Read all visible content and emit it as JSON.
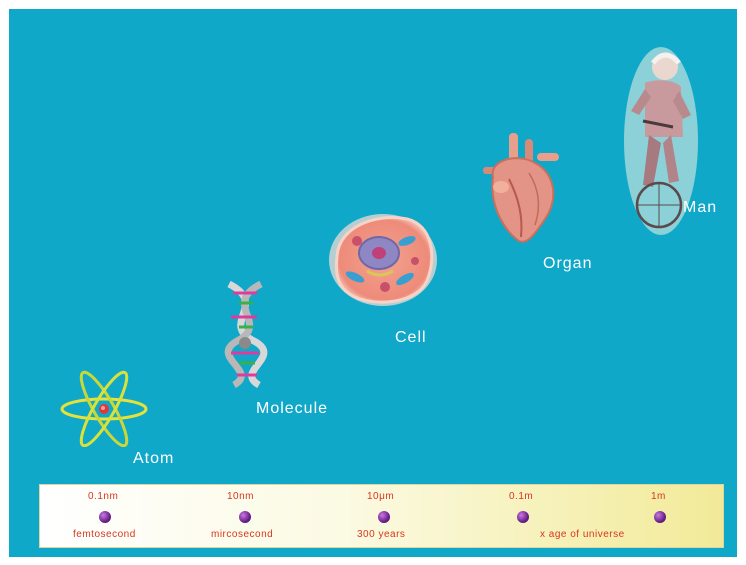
{
  "stages": [
    {
      "label": "Atom",
      "icon": "atom-icon"
    },
    {
      "label": "Molecule",
      "icon": "dna-molecule-icon"
    },
    {
      "label": "Cell",
      "icon": "cell-icon"
    },
    {
      "label": "Organ",
      "icon": "heart-organ-icon"
    },
    {
      "label": "Man",
      "icon": "man-on-bicycle-icon"
    }
  ],
  "scale": {
    "sizes": [
      "0.1nm",
      "10nm",
      "10μm",
      "0.1m",
      "1m"
    ],
    "times": [
      "femtosecond",
      "mircosecond",
      "300 years",
      "",
      "x age of universe"
    ]
  },
  "colors": {
    "background": "#0fa8c8",
    "label_text": "#ffffff",
    "scale_text": "#d8361e",
    "marker": "#6a1f8a"
  }
}
